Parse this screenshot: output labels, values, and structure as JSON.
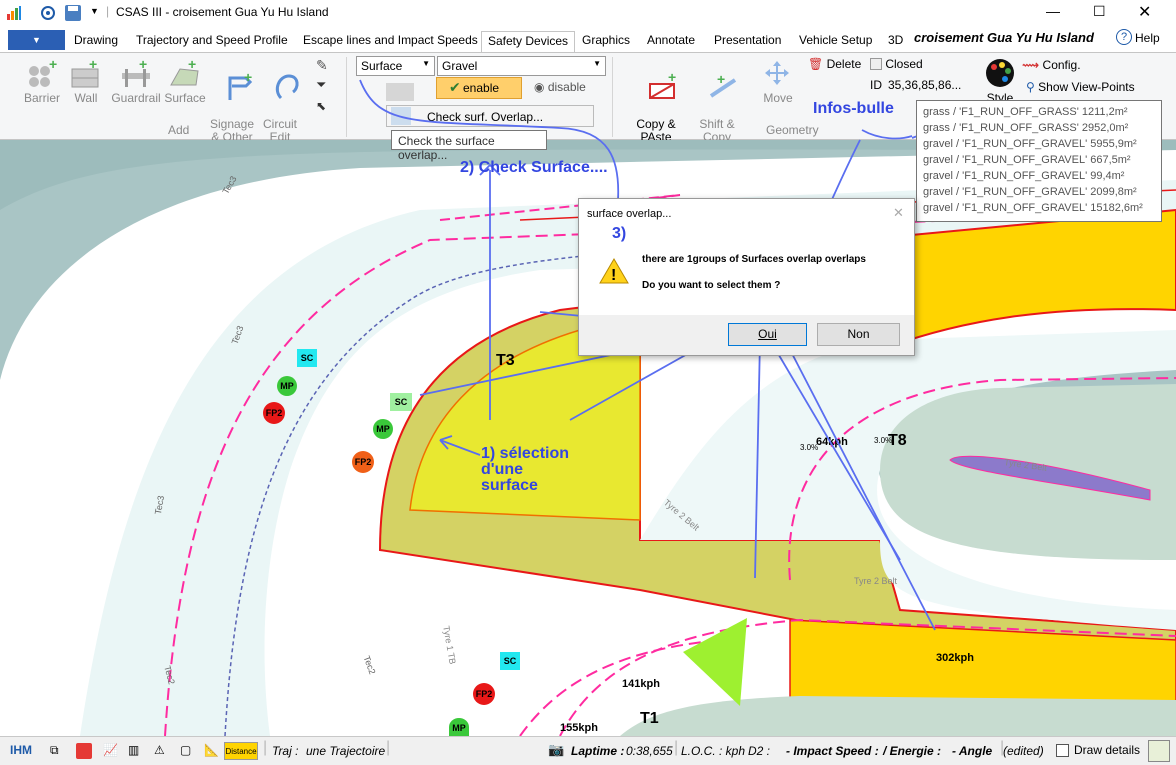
{
  "titlebar": {
    "title": "CSAS III - croisement Gua Yu Hu Island",
    "project": "croisement Gua Yu Hu Island",
    "help": "Help"
  },
  "tabs": [
    "Drawing",
    "Trajectory and Speed Profile",
    "Escape lines and Impact Speeds",
    "Safety Devices",
    "Graphics",
    "Annotate",
    "Presentation",
    "Vehicle Setup",
    "3D"
  ],
  "ribbon": {
    "add": [
      "Barrier",
      "Wall",
      "Guardrail",
      "Surface",
      "Signage\n& Other",
      "Circuit\nEdit"
    ],
    "add_group": "Add",
    "type_select": "Surface",
    "material_select": "Gravel",
    "enable": "enable",
    "disable": "disable",
    "menu_item": "Check surf. Overlap...",
    "tooltip": "Check the surface overlap...",
    "copy_paste": "Copy &\nPAste",
    "shift_copy": "Shift &\nCopy",
    "move": "Move",
    "delete": "Delete",
    "closed": "Closed",
    "id_label": "ID",
    "id_value": "35,36,85,86...",
    "geometry_group": "Geometry",
    "style": "Style",
    "config": "Config.",
    "show_viewpoints": "Show View-Points"
  },
  "tooltip_list": [
    {
      "mat": "grass",
      "name": "'F1_RUN_OFF_GRASS'",
      "area": "1211,2m²"
    },
    {
      "mat": "grass",
      "name": "'F1_RUN_OFF_GRASS'",
      "area": "2952,0m²"
    },
    {
      "mat": "gravel",
      "name": "'F1_RUN_OFF_GRAVEL'",
      "area": "5955,9m²"
    },
    {
      "mat": "gravel",
      "name": "'F1_RUN_OFF_GRAVEL'",
      "area": "667,5m²"
    },
    {
      "mat": "gravel",
      "name": "'F1_RUN_OFF_GRAVEL'",
      "area": "99,4m²"
    },
    {
      "mat": "gravel",
      "name": "'F1_RUN_OFF_GRAVEL'",
      "area": "2099,8m²"
    },
    {
      "mat": "gravel",
      "name": "'F1_RUN_OFF_GRAVEL'",
      "area": "15182,6m²"
    }
  ],
  "dialog": {
    "title": "surface overlap...",
    "message": "there are 1groups of Surfaces  overlap overlaps",
    "question": "Do you want to select them ?",
    "yes": "Oui",
    "no": "Non"
  },
  "annotations": {
    "check": "2) Check Surface....",
    "step3": "3)",
    "infos": "Infos-bulle",
    "selection": "1) sélection\nd'une\nsurface"
  },
  "map": {
    "t3": "T3",
    "t8": "T8",
    "t1": "T1",
    "speeds": [
      "64kph",
      "302kph",
      "141kph",
      "155kph"
    ],
    "slopes": [
      "3.0%",
      "3.0%"
    ],
    "tyres": [
      "Tyre 2 Belt",
      "Tyre 2 Belt",
      "Tyre 2 Belt",
      "Tyre 1 TB"
    ],
    "markers": [
      "SC",
      "MP",
      "FP2",
      "SC",
      "MP",
      "FP2",
      "SC",
      "FP2",
      "MP"
    ],
    "tec": [
      "Tec3",
      "Tec3",
      "Tec3",
      "Tec2",
      "Tec2"
    ]
  },
  "status": {
    "ihm": "IHM",
    "distance": "Distance",
    "traj": "Traj :",
    "traj_value": "une Trajectoire",
    "laptime": "Laptime :",
    "laptime_value": "0:38,655",
    "loc": "L.O.C. : kph",
    "d2": "D2 :",
    "impact": "- Impact Speed :",
    "energie": "/ Energie :",
    "angle": "- Angle",
    "edited": "(edited)",
    "draw_details": "Draw details"
  }
}
